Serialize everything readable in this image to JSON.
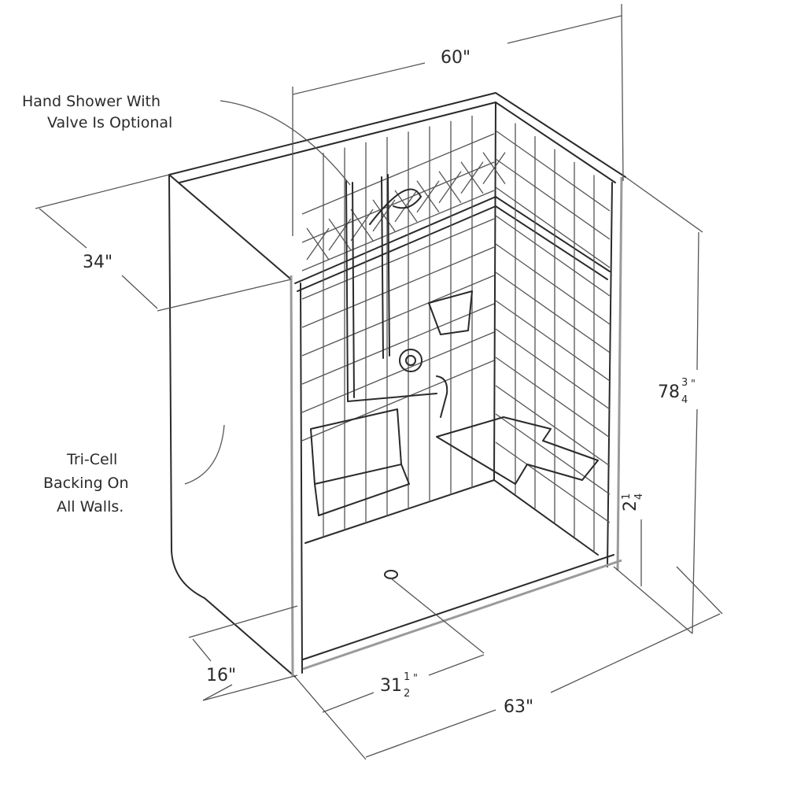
{
  "title": "One-piece accessible shower unit dimension drawing",
  "annotations": {
    "hand_shower": [
      "Hand Shower With",
      "Valve Is Optional"
    ],
    "backing": [
      "Tri-Cell",
      "Backing On",
      "All Walls."
    ]
  },
  "dimensions": {
    "width_top": "60\"",
    "depth": "34\"",
    "height_whole": "78",
    "height_frac_num": "3",
    "height_frac_den": "4",
    "height_inch": "\"",
    "threshold_whole": "2",
    "threshold_num": "1",
    "threshold_den": "4",
    "front_depth": "16\"",
    "drain_whole": "31",
    "drain_num": "1",
    "drain_den": "2",
    "drain_inch": "\"",
    "width_bottom": "63\""
  }
}
